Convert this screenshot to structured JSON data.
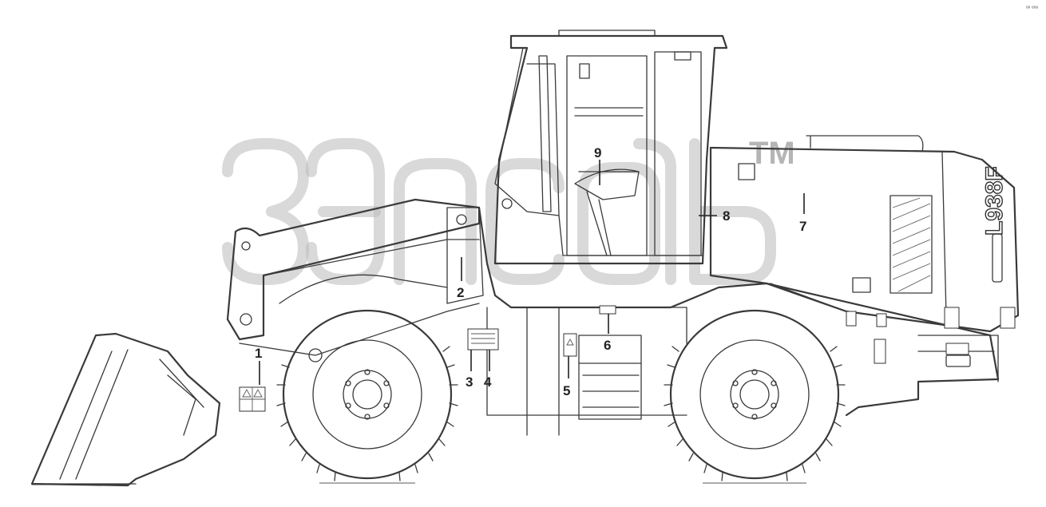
{
  "diagram": {
    "model_label": "L938F",
    "watermark_tm": "TM",
    "corner_mark": "ᵒᵒ ᵉᵒᵘ",
    "callouts": [
      {
        "id": "c1",
        "label": "1"
      },
      {
        "id": "c2",
        "label": "2"
      },
      {
        "id": "c3",
        "label": "3"
      },
      {
        "id": "c4",
        "label": "4"
      },
      {
        "id": "c5",
        "label": "5"
      },
      {
        "id": "c6",
        "label": "6"
      },
      {
        "id": "c7",
        "label": "7"
      },
      {
        "id": "c8",
        "label": "8"
      },
      {
        "id": "c9",
        "label": "9"
      }
    ]
  },
  "colors": {
    "line": "#3a3a3a",
    "watermark": "#b9b9b9",
    "background": "#ffffff"
  }
}
